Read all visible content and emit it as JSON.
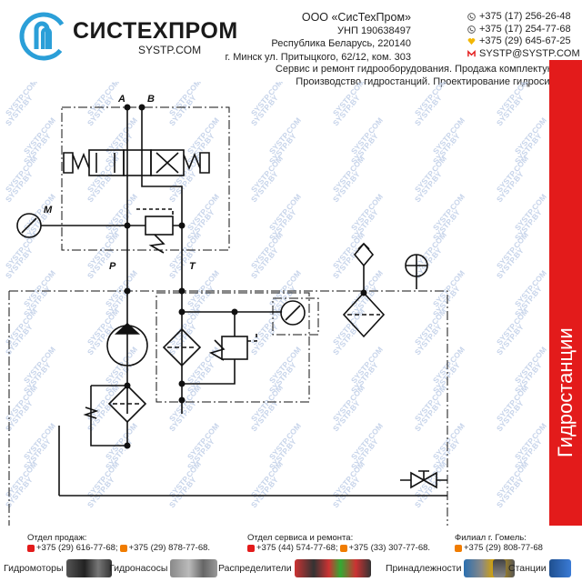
{
  "header": {
    "company_name": "СИСТЕХПРОМ",
    "company_site": "SYSTP.COM",
    "org": "ООО «СисТехПром»",
    "unp": "УНП 190638497",
    "country": "Республика Беларусь, 220140",
    "address": "г. Минск ул. Притыцкого, 62/12, ком. 303",
    "phones": [
      "+375 (17) 256-26-48",
      "+375 (17) 254-77-68",
      "+375 (29) 645-67-25"
    ],
    "email": "SYSTP@SYSTP.COM",
    "services_line1": "Сервис и ремонт гидрооборудования. Продажа комплектую",
    "services_line2": "Производство гидростанций. Проектирование гидросис"
  },
  "sidebar": {
    "label": "Гидростанции",
    "color": "#e31b1b"
  },
  "watermarks": [
    "SYSTP.COM",
    "SYSTP.BY"
  ],
  "diagram": {
    "ports": {
      "a": "A",
      "b": "B",
      "p": "P",
      "t": "T",
      "m": "M"
    }
  },
  "contacts": {
    "sales_title": "Отдел продаж:",
    "sales_phones": [
      "+375 (29) 616-77-68;",
      "+375 (29) 878-77-68."
    ],
    "service_title": "Отдел сервиса и ремонта:",
    "service_phones": [
      "+375 (44) 574-77-68;",
      "+375 (33) 307-77-68."
    ],
    "branch_title": "Филиал г. Гомель:",
    "branch_phones": [
      "+375 (29) 808-77-68"
    ]
  },
  "categories": [
    "Гидромоторы",
    "Гидронасосы",
    "Распределители",
    "Принадлежности",
    "Станции"
  ],
  "colors": {
    "brand": "#2b9fd8",
    "accent": "#e31b1b",
    "line": "#111111",
    "watermark": "#c7d4ea"
  }
}
